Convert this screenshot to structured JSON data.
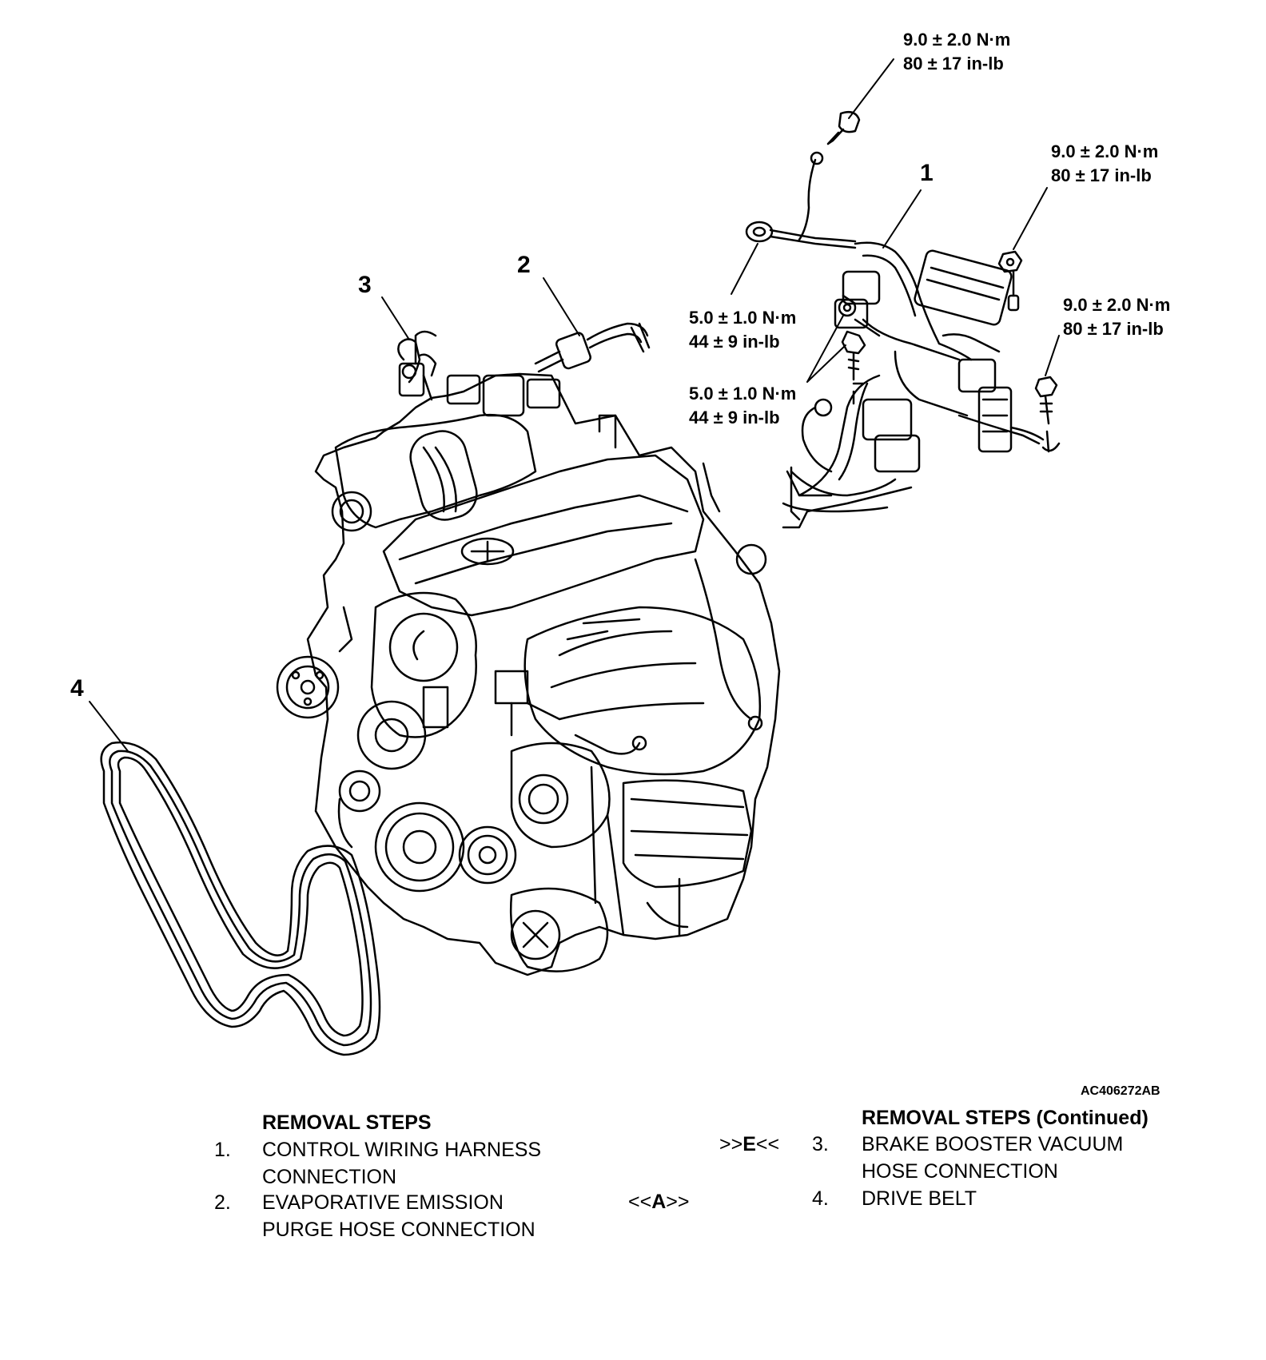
{
  "callouts": {
    "c1": "1",
    "c2": "2",
    "c3": "3",
    "c4": "4"
  },
  "torques": {
    "t_top": {
      "nm": "9.0 ± 2.0 N·m",
      "inlb": "80 ± 17 in-lb"
    },
    "t_mid_right": {
      "nm": "9.0 ± 2.0 N·m",
      "inlb": "80 ± 17 in-lb"
    },
    "t_right": {
      "nm": "9.0 ± 2.0 N·m",
      "inlb": "80 ± 17 in-lb"
    },
    "t_left_a": {
      "nm": "5.0 ± 1.0 N·m",
      "inlb": "44 ± 9 in-lb"
    },
    "t_left_b": {
      "nm": "5.0 ± 1.0 N·m",
      "inlb": "44 ± 9 in-lb"
    }
  },
  "figure_id": "AC406272AB",
  "removal_steps": {
    "heading": "REMOVAL STEPS",
    "heading_continued": "REMOVAL STEPS (Continued)",
    "items": [
      {
        "num": "1.",
        "line1": "CONTROL WIRING HARNESS",
        "line2": "CONNECTION",
        "code_pre": "",
        "code_bold": "",
        "code_post": ""
      },
      {
        "num": "2.",
        "line1": "EVAPORATIVE EMISSION",
        "line2": "PURGE HOSE CONNECTION",
        "code_pre": "<<",
        "code_bold": "A",
        "code_post": ">>"
      },
      {
        "num": "3.",
        "line1": "BRAKE BOOSTER VACUUM",
        "line2": "HOSE CONNECTION",
        "code_pre": ">>",
        "code_bold": "E",
        "code_post": "<<"
      },
      {
        "num": "4.",
        "line1": "DRIVE BELT",
        "line2": "",
        "code_pre": "",
        "code_bold": "",
        "code_post": ""
      }
    ]
  }
}
